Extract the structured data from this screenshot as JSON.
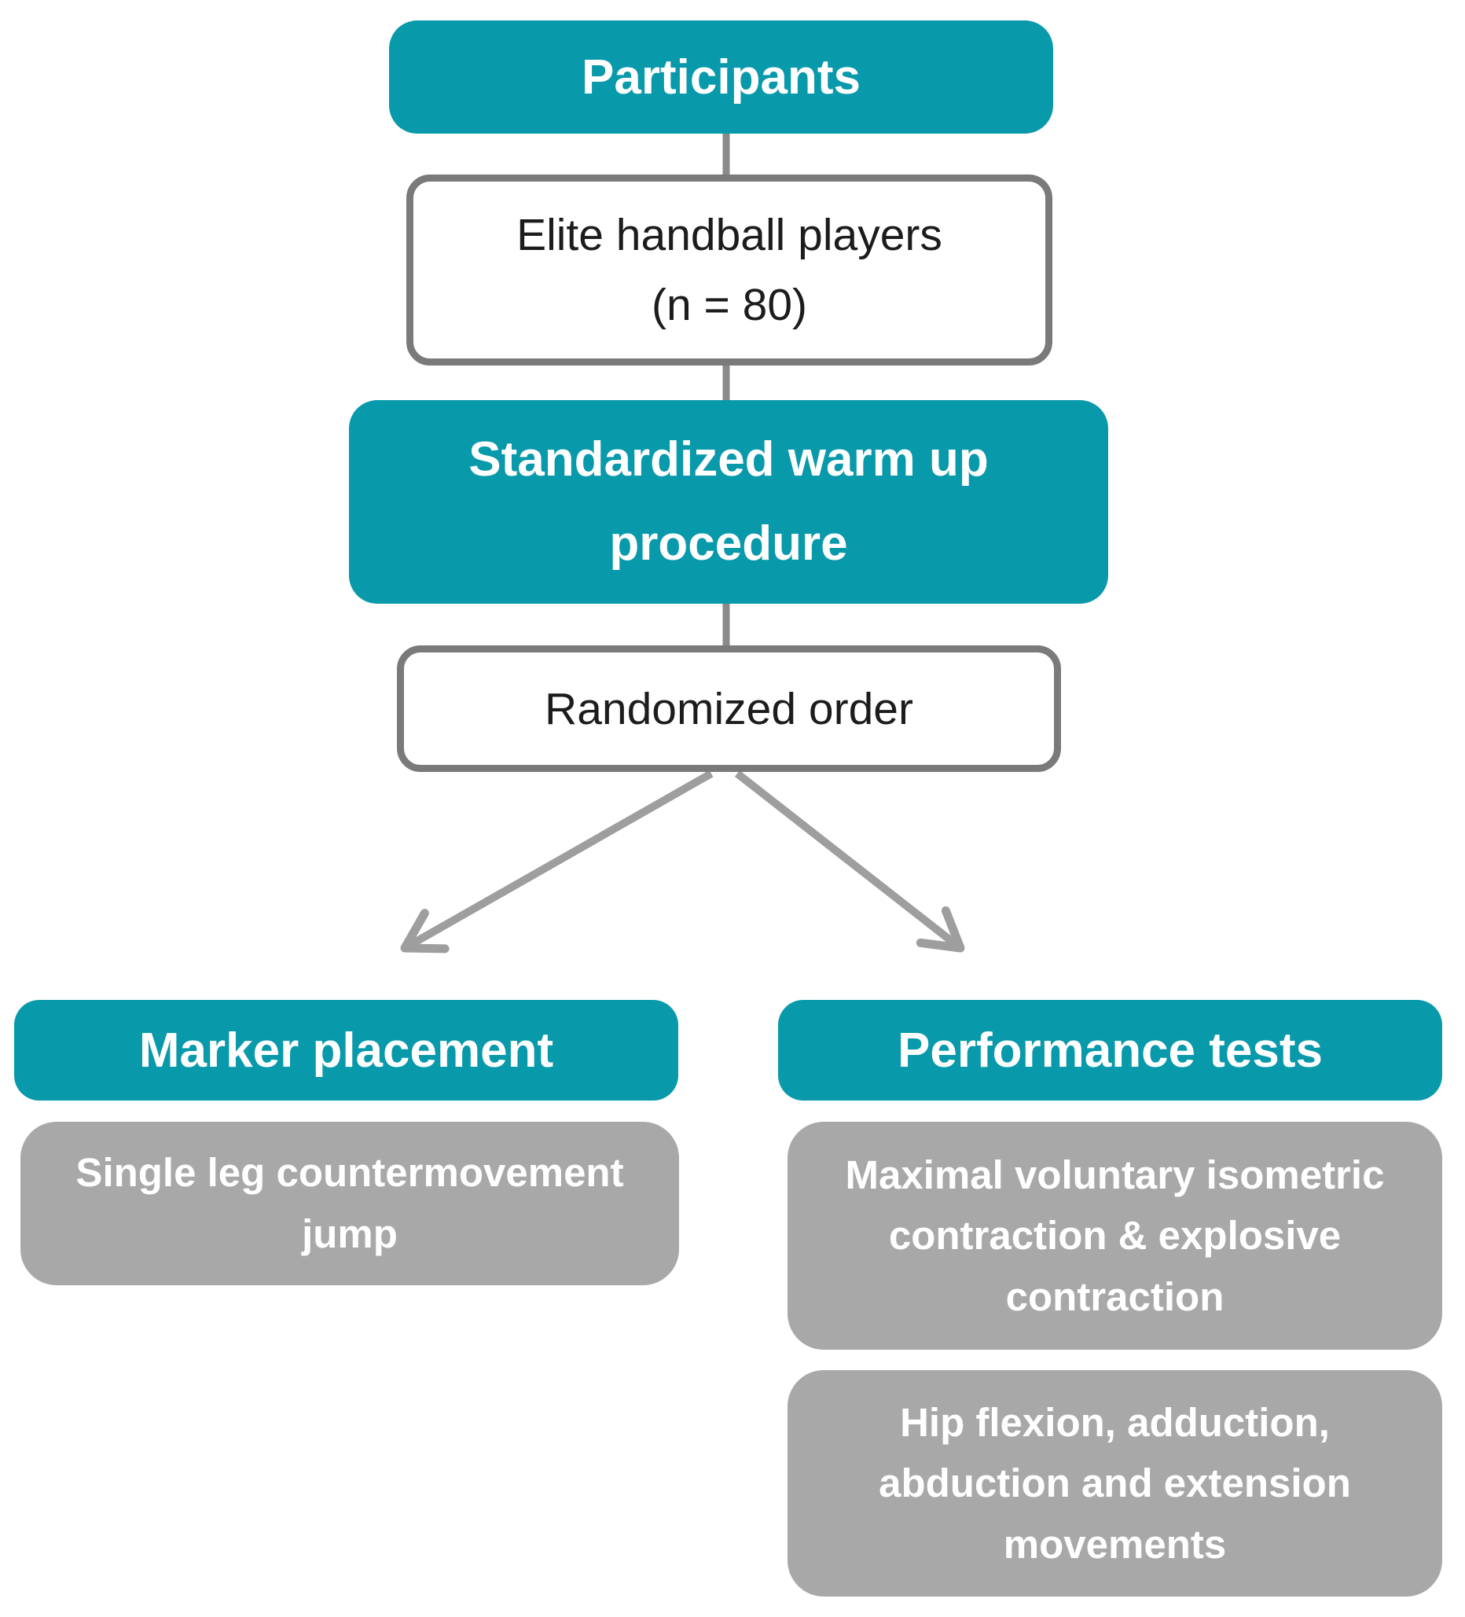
{
  "colors": {
    "teal_box": "#0899AB",
    "gray_box_fill": "#A8A8A8",
    "white_box_border": "#7A7A7A",
    "connector_line": "#8A8A8A",
    "arrow": "#9E9E9E",
    "teal_box_text": "#FFFFFF",
    "gray_box_text": "#FFFFFF",
    "white_box_text": "#1C1C1C"
  },
  "nodes": {
    "participants": {
      "label": "Participants"
    },
    "elite": {
      "label": "Elite handball players\n(n = 80)"
    },
    "warmup": {
      "label": "Standardized warm up\nprocedure"
    },
    "randomized": {
      "label": "Randomized order"
    },
    "marker_placement": {
      "label": "Marker placement"
    },
    "single_leg_jump": {
      "label": "Single leg countermovement\njump"
    },
    "performance_tests": {
      "label": "Performance tests"
    },
    "mvic": {
      "label": "Maximal voluntary isometric\ncontraction & explosive\ncontraction"
    },
    "hip_movements": {
      "label": "Hip flexion, adduction,\nabduction and extension\nmovements"
    }
  }
}
